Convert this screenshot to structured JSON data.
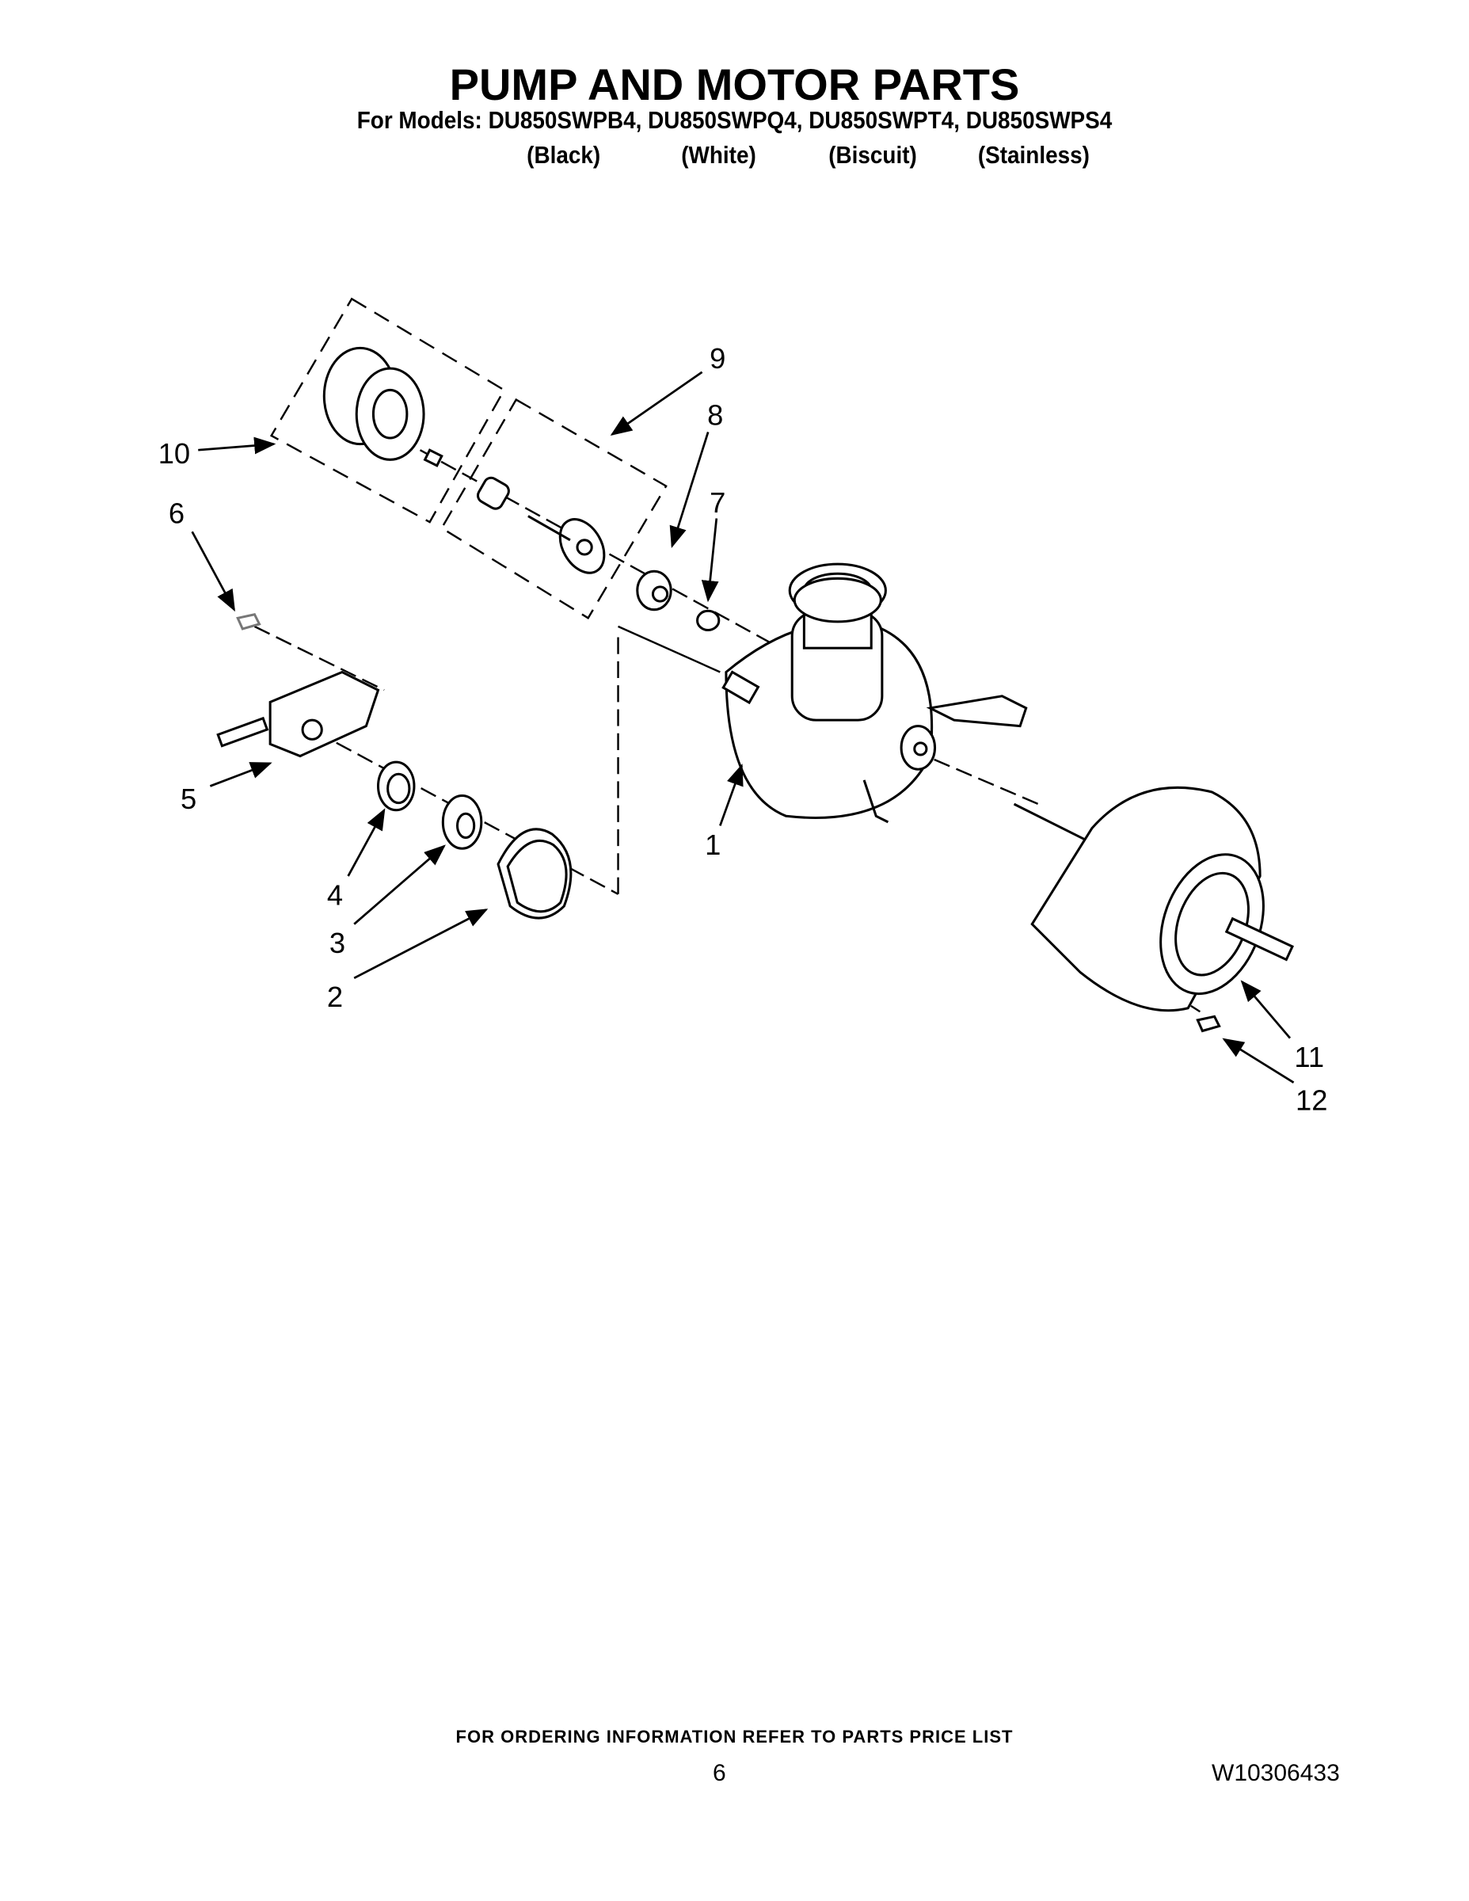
{
  "header": {
    "title": "PUMP AND MOTOR PARTS",
    "models_line": "For Models: DU850SWPB4, DU850SWPQ4, DU850SWPT4, DU850SWPS4",
    "colors": [
      "(Black)",
      "(White)",
      "(Biscuit)",
      "(Stainless)"
    ]
  },
  "diagram": {
    "callouts": [
      "1",
      "2",
      "3",
      "4",
      "5",
      "6",
      "7",
      "8",
      "9",
      "10",
      "11",
      "12"
    ]
  },
  "footer": {
    "note": "FOR ORDERING INFORMATION REFER TO PARTS PRICE LIST",
    "page_number": "6",
    "document_number": "W10306433"
  }
}
